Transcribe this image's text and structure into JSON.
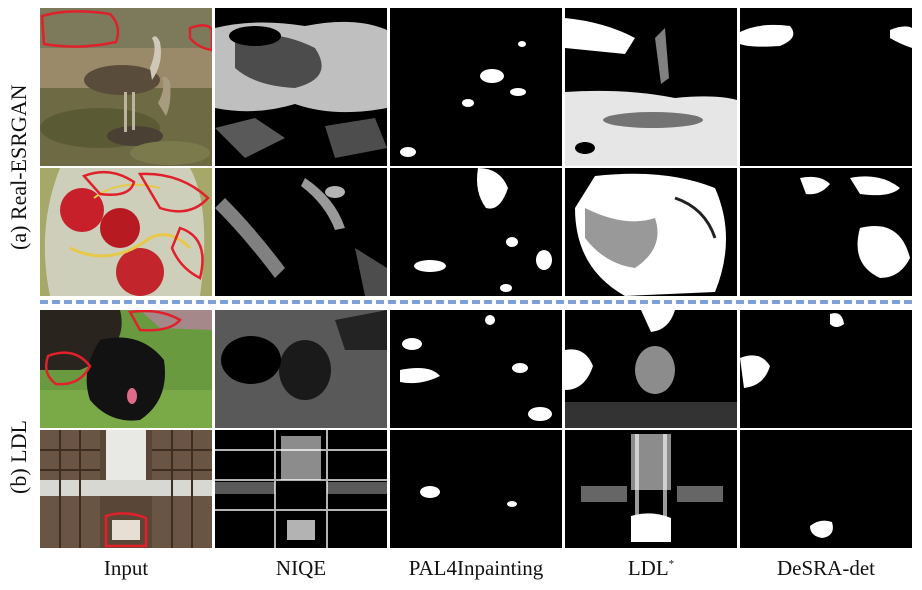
{
  "rows": [
    {
      "group_label": "(a) Real-ESRGAN"
    },
    {
      "group_label": "(b) LDL"
    }
  ],
  "columns": [
    {
      "label": "Input"
    },
    {
      "label": "NIQE"
    },
    {
      "label": "PAL4Inpainting"
    },
    {
      "label": "LDL",
      "marker": "*"
    },
    {
      "label": "DeSRA-det"
    }
  ],
  "colors": {
    "annotation_outline": "#e0202a",
    "divider": "#7f9fd6",
    "mask_background": "#000000",
    "mask_foreground": "#ffffff"
  },
  "images": [
    {
      "row": 1,
      "subject": "bustard bird on grassland"
    },
    {
      "row": 2,
      "subject": "red apples in mesh bag"
    },
    {
      "row": 3,
      "subject": "black scottish terrier on grass"
    },
    {
      "row": 4,
      "subject": "japanese interior with shoji screens"
    }
  ]
}
